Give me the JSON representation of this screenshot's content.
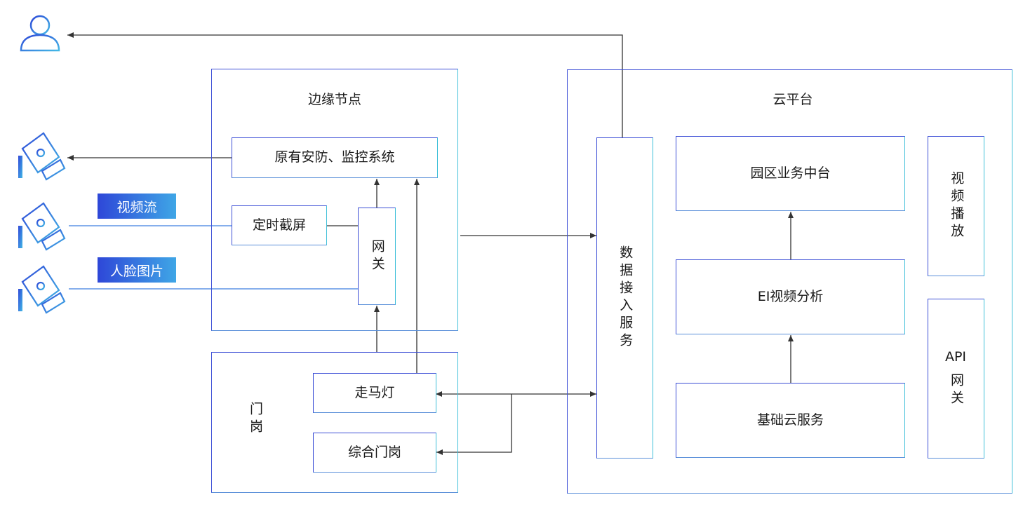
{
  "edge": {
    "title": "边缘节点",
    "security": "原有安防、监控系统",
    "snapshot": "定时截屏",
    "gateway": "网关"
  },
  "gate": {
    "title": "门岗",
    "marquee": "走马灯",
    "integrated": "综合门岗"
  },
  "cloud": {
    "title": "云平台",
    "ingest": "数据接入服务",
    "park": "园区业务中台",
    "ei": "EI视频分析",
    "base": "基础云服务",
    "playback": "视频播放",
    "api_top": "API",
    "api_bottom": "网关"
  },
  "tags": {
    "video_stream": "视频流",
    "face_image": "人脸图片"
  },
  "colors": {
    "border_start": "#3d4fd6",
    "border_end": "#3fc0d9",
    "line": "#333333",
    "camera": "#4a6ee0"
  },
  "icons": [
    "user-icon",
    "camera-icon"
  ]
}
